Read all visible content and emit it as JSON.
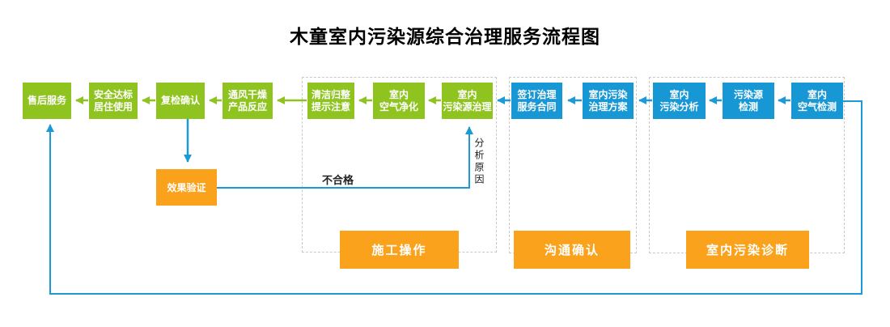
{
  "title": "木童室内污染源综合治理服务流程图",
  "palette": {
    "process_green": "#8fc31f",
    "process_blue": "#1897d5",
    "stage_orange": "#faa21b",
    "connector_blue": "#1b9ad6",
    "container_border": "#c9c9c9",
    "annotation_text": "#222222"
  },
  "flow": [
    {
      "lines": [
        "售后服务"
      ],
      "color": "green"
    },
    {
      "lines": [
        "安全达标",
        "居住使用"
      ],
      "color": "green"
    },
    {
      "lines": [
        "复检确认"
      ],
      "color": "green"
    },
    {
      "lines": [
        "通风干燥",
        "产品反应"
      ],
      "color": "green"
    },
    {
      "lines": [
        "清洁归整",
        "提示注意"
      ],
      "color": "green"
    },
    {
      "lines": [
        "室内",
        "空气净化"
      ],
      "color": "green"
    },
    {
      "lines": [
        "室内",
        "污染源治理"
      ],
      "color": "green"
    },
    {
      "lines": [
        "签订治理",
        "服务合同"
      ],
      "color": "blue"
    },
    {
      "lines": [
        "室内污染",
        "治理方案"
      ],
      "color": "blue"
    },
    {
      "lines": [
        "室内",
        "污染分析"
      ],
      "color": "blue"
    },
    {
      "lines": [
        "污染源",
        "检测"
      ],
      "color": "blue"
    },
    {
      "lines": [
        "室内",
        "空气检测"
      ],
      "color": "blue"
    }
  ],
  "verify_box": {
    "label": "效果验证"
  },
  "stages": [
    {
      "label": "施工操作"
    },
    {
      "label": "沟通确认"
    },
    {
      "label": "室内污染诊断"
    }
  ],
  "annotations": {
    "fail": "不合格",
    "analyze": "分析原因"
  }
}
